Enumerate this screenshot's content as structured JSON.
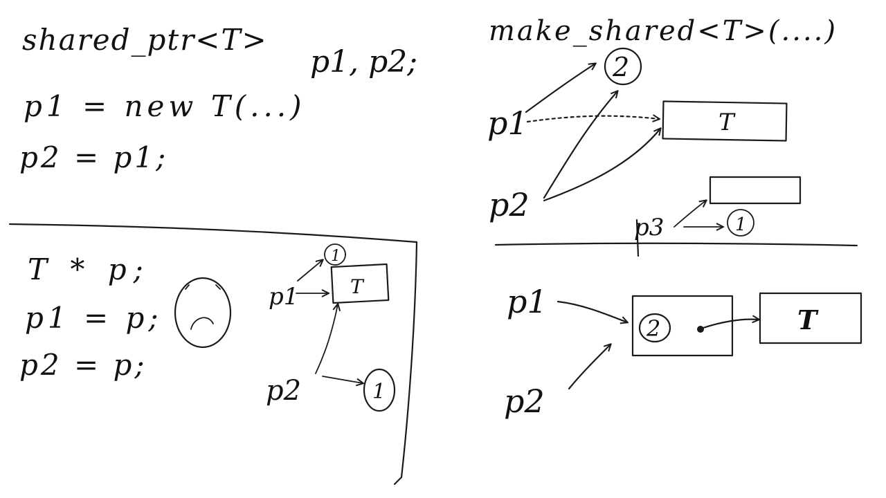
{
  "board": {
    "top_left": {
      "line1_type": "shared_ptr<T>",
      "line1_vars": "p1, p2;",
      "line2": "p1 = new T(...)",
      "line3": "p2 = p1;"
    },
    "bottom_left": {
      "line1": "T * p;",
      "line2": "p1 = p;",
      "line3": "p2 = p;",
      "mini_p1": "p1",
      "mini_p2": "p2",
      "mini_T": "T",
      "count_top": "1",
      "count_bottom": "1"
    },
    "top_right": {
      "title": "make_shared<T>(....)",
      "count_shared": "2",
      "box_T": "T",
      "p1": "p1",
      "p2": "p2",
      "p3": "p3",
      "count_p3": "1"
    },
    "bottom_right": {
      "p1": "p1",
      "p2": "p2",
      "count": "2",
      "box_T": "T"
    }
  }
}
